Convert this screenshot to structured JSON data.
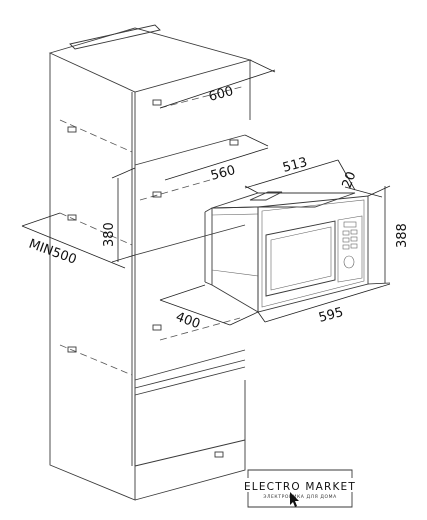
{
  "dimensions": {
    "cabinet_width": "600",
    "inner_depth": "560",
    "opening_height": "380",
    "min_depth": "MIN500",
    "opening_width": "400",
    "microwave_depth": "513",
    "frame_depth": "20",
    "microwave_height": "388",
    "microwave_width": "595"
  },
  "logo": {
    "name": "ELECTRO MARKET",
    "tagline": "ЭЛЕКТРОНИКА ДЛЯ ДОМА"
  }
}
